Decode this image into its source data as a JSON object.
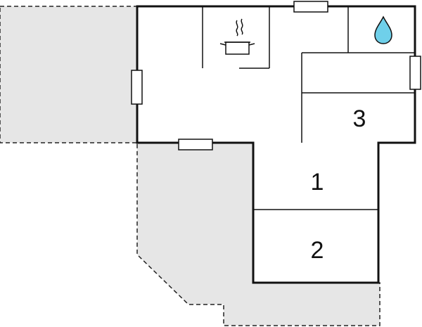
{
  "floorplan": {
    "rooms": [
      {
        "id": "bedroom-1",
        "label": "1"
      },
      {
        "id": "bedroom-2",
        "label": "2"
      },
      {
        "id": "bedroom-3",
        "label": "3"
      }
    ],
    "icons": {
      "kitchen": "cooking-pot-icon",
      "bathroom": "water-drop-icon"
    },
    "colors": {
      "terrace": "#e6e6e6",
      "wall": "#111111",
      "water_drop": "#6fd0ea"
    }
  }
}
